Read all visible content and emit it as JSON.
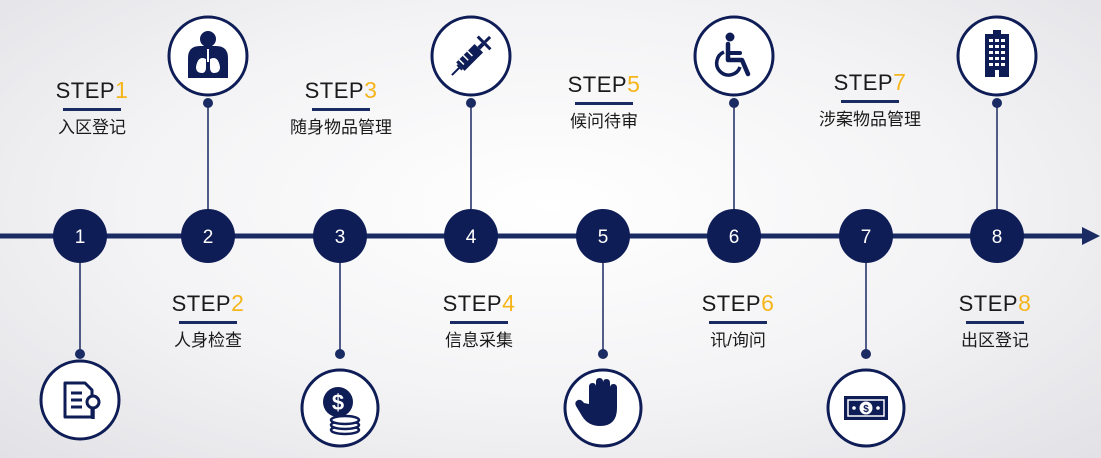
{
  "steps": [
    {
      "number": "1",
      "step_prefix": "STEP",
      "step_num": "1",
      "name": "入区登记",
      "icon": "document-search-icon"
    },
    {
      "number": "2",
      "step_prefix": "STEP",
      "step_num": "2",
      "name": "人身检查",
      "icon": "body-lungs-icon"
    },
    {
      "number": "3",
      "step_prefix": "STEP",
      "step_num": "3",
      "name": "随身物品管理",
      "icon": "dollar-coins-icon"
    },
    {
      "number": "4",
      "step_prefix": "STEP",
      "step_num": "4",
      "name": "信息采集",
      "icon": "syringe-icon"
    },
    {
      "number": "5",
      "step_prefix": "STEP",
      "step_num": "5",
      "name": "候问待审",
      "icon": "hand-stop-icon"
    },
    {
      "number": "6",
      "step_prefix": "STEP",
      "step_num": "6",
      "name": "讯/询问",
      "icon": "wheelchair-icon"
    },
    {
      "number": "7",
      "step_prefix": "STEP",
      "step_num": "7",
      "name": "涉案物品管理",
      "icon": "banknote-icon"
    },
    {
      "number": "8",
      "step_prefix": "STEP",
      "step_num": "8",
      "name": "出区登记",
      "icon": "building-icon"
    }
  ],
  "colors": {
    "primary": "#1a2a63",
    "accent": "#f5b51b",
    "text": "#1a1a1a"
  }
}
